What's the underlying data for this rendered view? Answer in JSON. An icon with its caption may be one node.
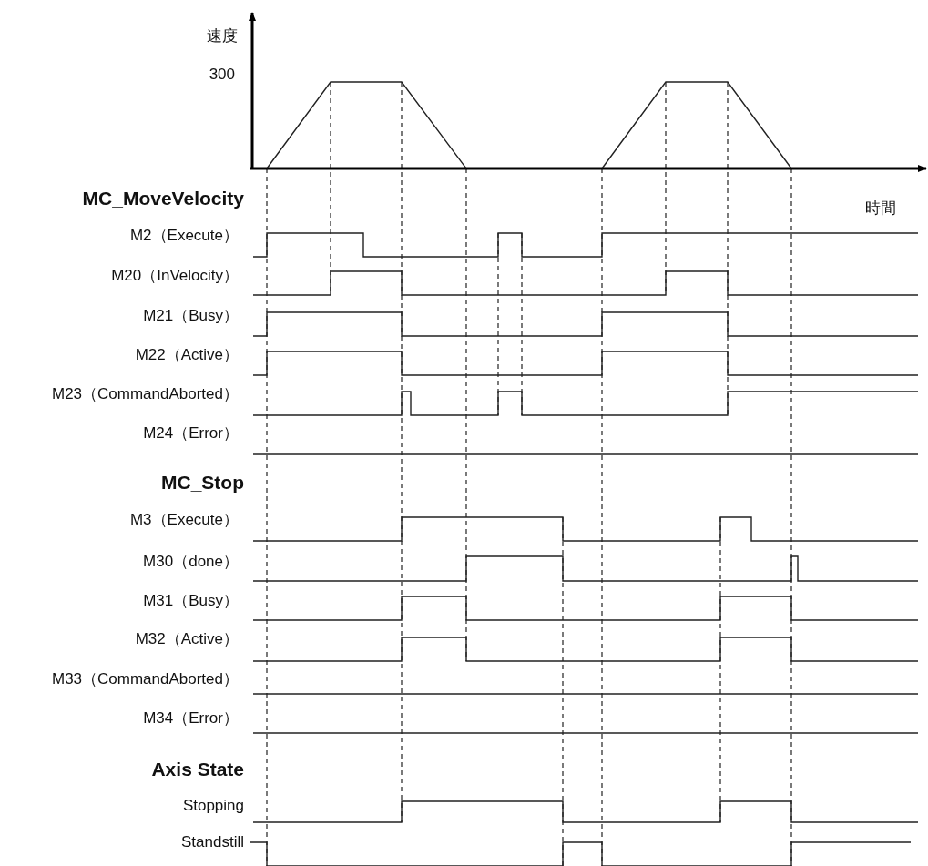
{
  "diagram": {
    "labels": [
      "速度",
      "300",
      "時間",
      "MC_MoveVelocity",
      "M2（Execute）",
      "M20（InVelocity）",
      "M21（Busy）",
      "M22（Active）",
      "M23（CommandAborted）",
      "M24（Error）",
      "MC_Stop",
      "M3（Execute）",
      "M30（done）",
      "M31（Busy）",
      "M32（Active）",
      "M33（CommandAborted）",
      "M34（Error）",
      "Axis State",
      "Stopping",
      "Standstill"
    ]
  }
}
